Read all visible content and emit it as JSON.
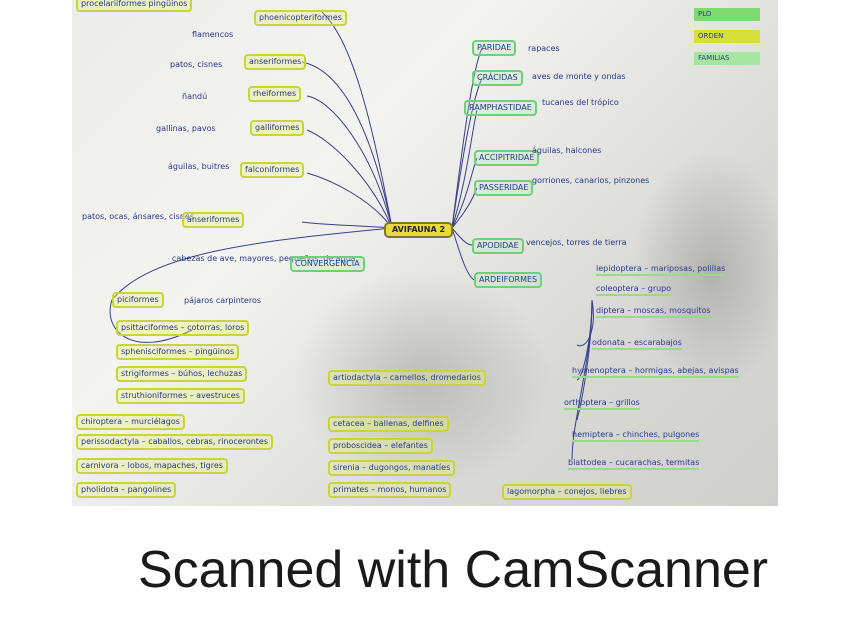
{
  "legend": {
    "items": [
      {
        "label": "PLO",
        "color": "#7ed96e"
      },
      {
        "label": "ORDEN",
        "color": "#d6df3a"
      },
      {
        "label": "FAMILIAS",
        "color": "#a7e6a0"
      }
    ]
  },
  "center_label": "AVIFAUNA 2",
  "top_left": "procelariiformes pingüinos",
  "left_nodes": [
    {
      "desc": "flamencos",
      "order": "phoenicopteriformes"
    },
    {
      "desc": "patos, cisnes",
      "order": "anseriformes"
    },
    {
      "desc": "ñandú",
      "order": "rheiformes"
    },
    {
      "desc": "gallinas, pavos",
      "order": "galliformes"
    },
    {
      "desc": "águilas, buitres",
      "order": "falconiformes"
    },
    {
      "desc": "patos, ocas, ánsares, cisnes",
      "order": "anseriformes"
    }
  ],
  "left_mid": {
    "label": "piciformes",
    "sub": "pájaros carpinteros"
  },
  "caption_box": "CONVERGENCIA",
  "caption_desc": "cabezas de ave, mayores, pequeños, de agua",
  "right_top": [
    {
      "fam": "PARIDAE",
      "desc": "rapaces"
    },
    {
      "fam": "CRÁCIDAS",
      "desc": "aves de monte y ondas"
    },
    {
      "fam": "RAMPHASTIDAE",
      "desc": "tucanes del trópico"
    },
    {
      "fam": "ACCIPITRIDAE",
      "desc": "águilas, halcones"
    },
    {
      "fam": "PASSERIDAE",
      "desc": "gorriones, canarios, pinzones"
    }
  ],
  "right_mid": [
    {
      "fam": "APODIDAE",
      "desc": "vencejos, torres de tierra"
    },
    {
      "fam": "ARDEIFORMES",
      "desc": ""
    }
  ],
  "right_orders": [
    "lepidoptera – mariposas, polillas",
    "coleoptera – grupo",
    "diptera – moscas, mosquitos",
    "odonata – escarabajos",
    "hymenoptera – hormigas, abejas, avispas",
    "orthoptera – grillos",
    "hemiptera – chinches, pulgones",
    "blattodea – cucarachas, termitas"
  ],
  "left_list": [
    "psittaciformes – cotorras, loros",
    "sphenisciformes – pingüinos",
    "strigiformes – búhos, lechuzas",
    "struthioniformes – avestruces",
    "chiroptera – murciélagos",
    "perissodactyla – caballos, cebras, rinocerontes",
    "carnivora – lobos, mapaches, tigres",
    "pholidota – pangolines"
  ],
  "mid_list": [
    "artiodactyla – camellos, dromedarios",
    "cetacea – ballenas, delfines",
    "proboscidea – elefantes",
    "sirenia – dugongos, manatíes",
    "primates – monos, humanos",
    "lagomorpha – conejos, liebres"
  ],
  "caption_text": "Scanned with CamScanner"
}
